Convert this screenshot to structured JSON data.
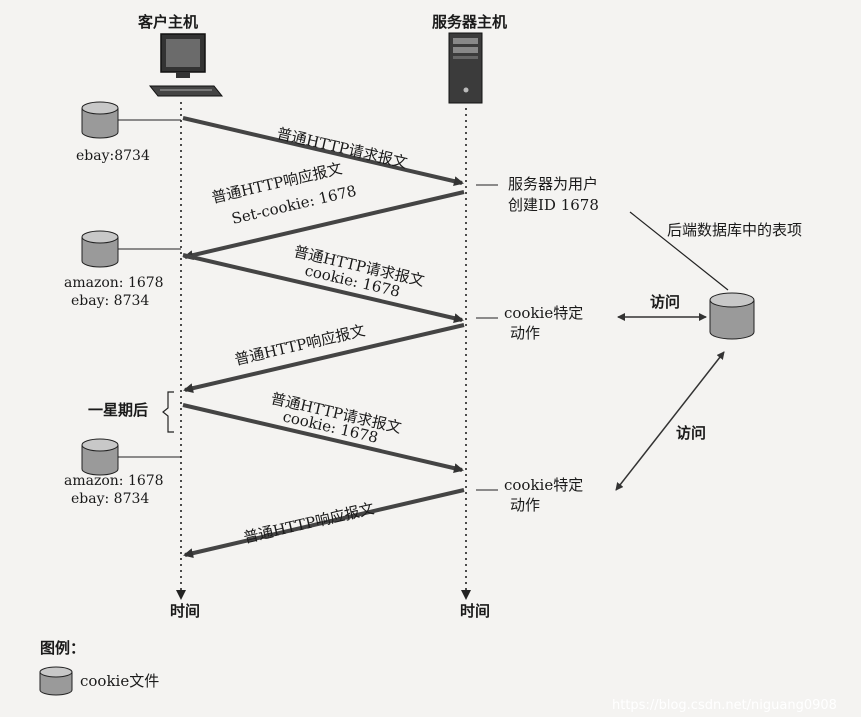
{
  "hosts": {
    "client": {
      "title": "客户主机",
      "time_label": "时间"
    },
    "server": {
      "title": "服务器主机",
      "time_label": "时间"
    }
  },
  "cookie_states": [
    {
      "lines": [
        "ebay:8734"
      ]
    },
    {
      "lines": [
        "amazon: 1678",
        "ebay: 8734"
      ]
    },
    {
      "lines": [
        "amazon: 1678",
        "ebay: 8734"
      ]
    }
  ],
  "messages": [
    {
      "direction": "client-to-server",
      "title": "普通HTTP请求报文",
      "sub": ""
    },
    {
      "direction": "server-to-client",
      "title": "普通HTTP响应报文",
      "sub": "Set-cookie: 1678"
    },
    {
      "direction": "client-to-server",
      "title": "普通HTTP请求报文",
      "sub": "cookie: 1678"
    },
    {
      "direction": "server-to-client",
      "title": "普通HTTP响应报文",
      "sub": ""
    },
    {
      "direction": "client-to-server",
      "title": "普通HTTP请求报文",
      "sub": "cookie: 1678"
    },
    {
      "direction": "server-to-client",
      "title": "普通HTTP响应报文",
      "sub": ""
    }
  ],
  "server_notes": {
    "create_id": [
      "服务器为用户",
      "创建ID 1678"
    ],
    "action_1": [
      "cookie特定",
      "动作"
    ],
    "action_2": [
      "cookie特定",
      "动作"
    ]
  },
  "database": {
    "label": "后端数据库中的表项",
    "access_label": "访问"
  },
  "time_gap": "一星期后",
  "legend": {
    "title": "图例：",
    "item": "cookie文件"
  },
  "watermark": "https://blog.csdn.net/niguang0908"
}
